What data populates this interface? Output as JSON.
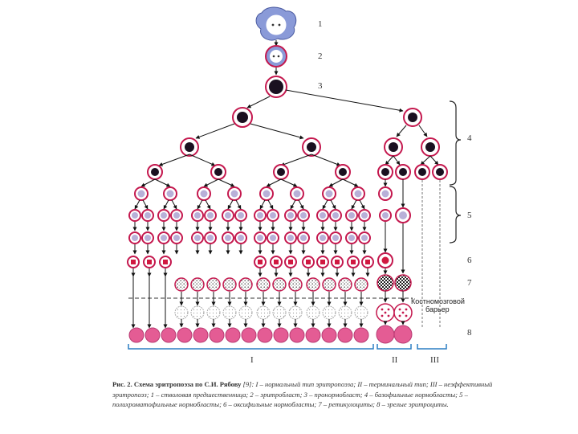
{
  "diagram": {
    "level_labels": [
      "1",
      "2",
      "3",
      "4",
      "5",
      "6",
      "7",
      "8"
    ],
    "group_labels": [
      "I",
      "II",
      "III"
    ],
    "barrier_label": [
      "Костномозговой",
      "барьер"
    ]
  },
  "caption": {
    "lead": "Рис. 2. Схема эритропоэза по С.И. Рябову",
    "body": " [9]: I – нормальный тип эритропоэза; II – терминальный тип; III – неэффективный эритропоэз; 1 – стволовая предшественница; 2 – эритробласт; 3 – пронормобласт; 4 – базофильные нормобласты; 5 – полихроматофильные нормобласты; 6 – оксифильные нормобласты; 7 – ретикулоциты; 8 – зрелые эритроциты."
  },
  "colors": {
    "cell_ring": "#c4184e",
    "nucleus_dark": "#1a1020",
    "nucleus_light": "#b8b0d8",
    "erythrocyte": "#e45c94",
    "oxyphil_nucleus": "#d01840",
    "blue_bracket": "#2b7fc4",
    "stem_cell_fill": "#8a9ad8"
  }
}
